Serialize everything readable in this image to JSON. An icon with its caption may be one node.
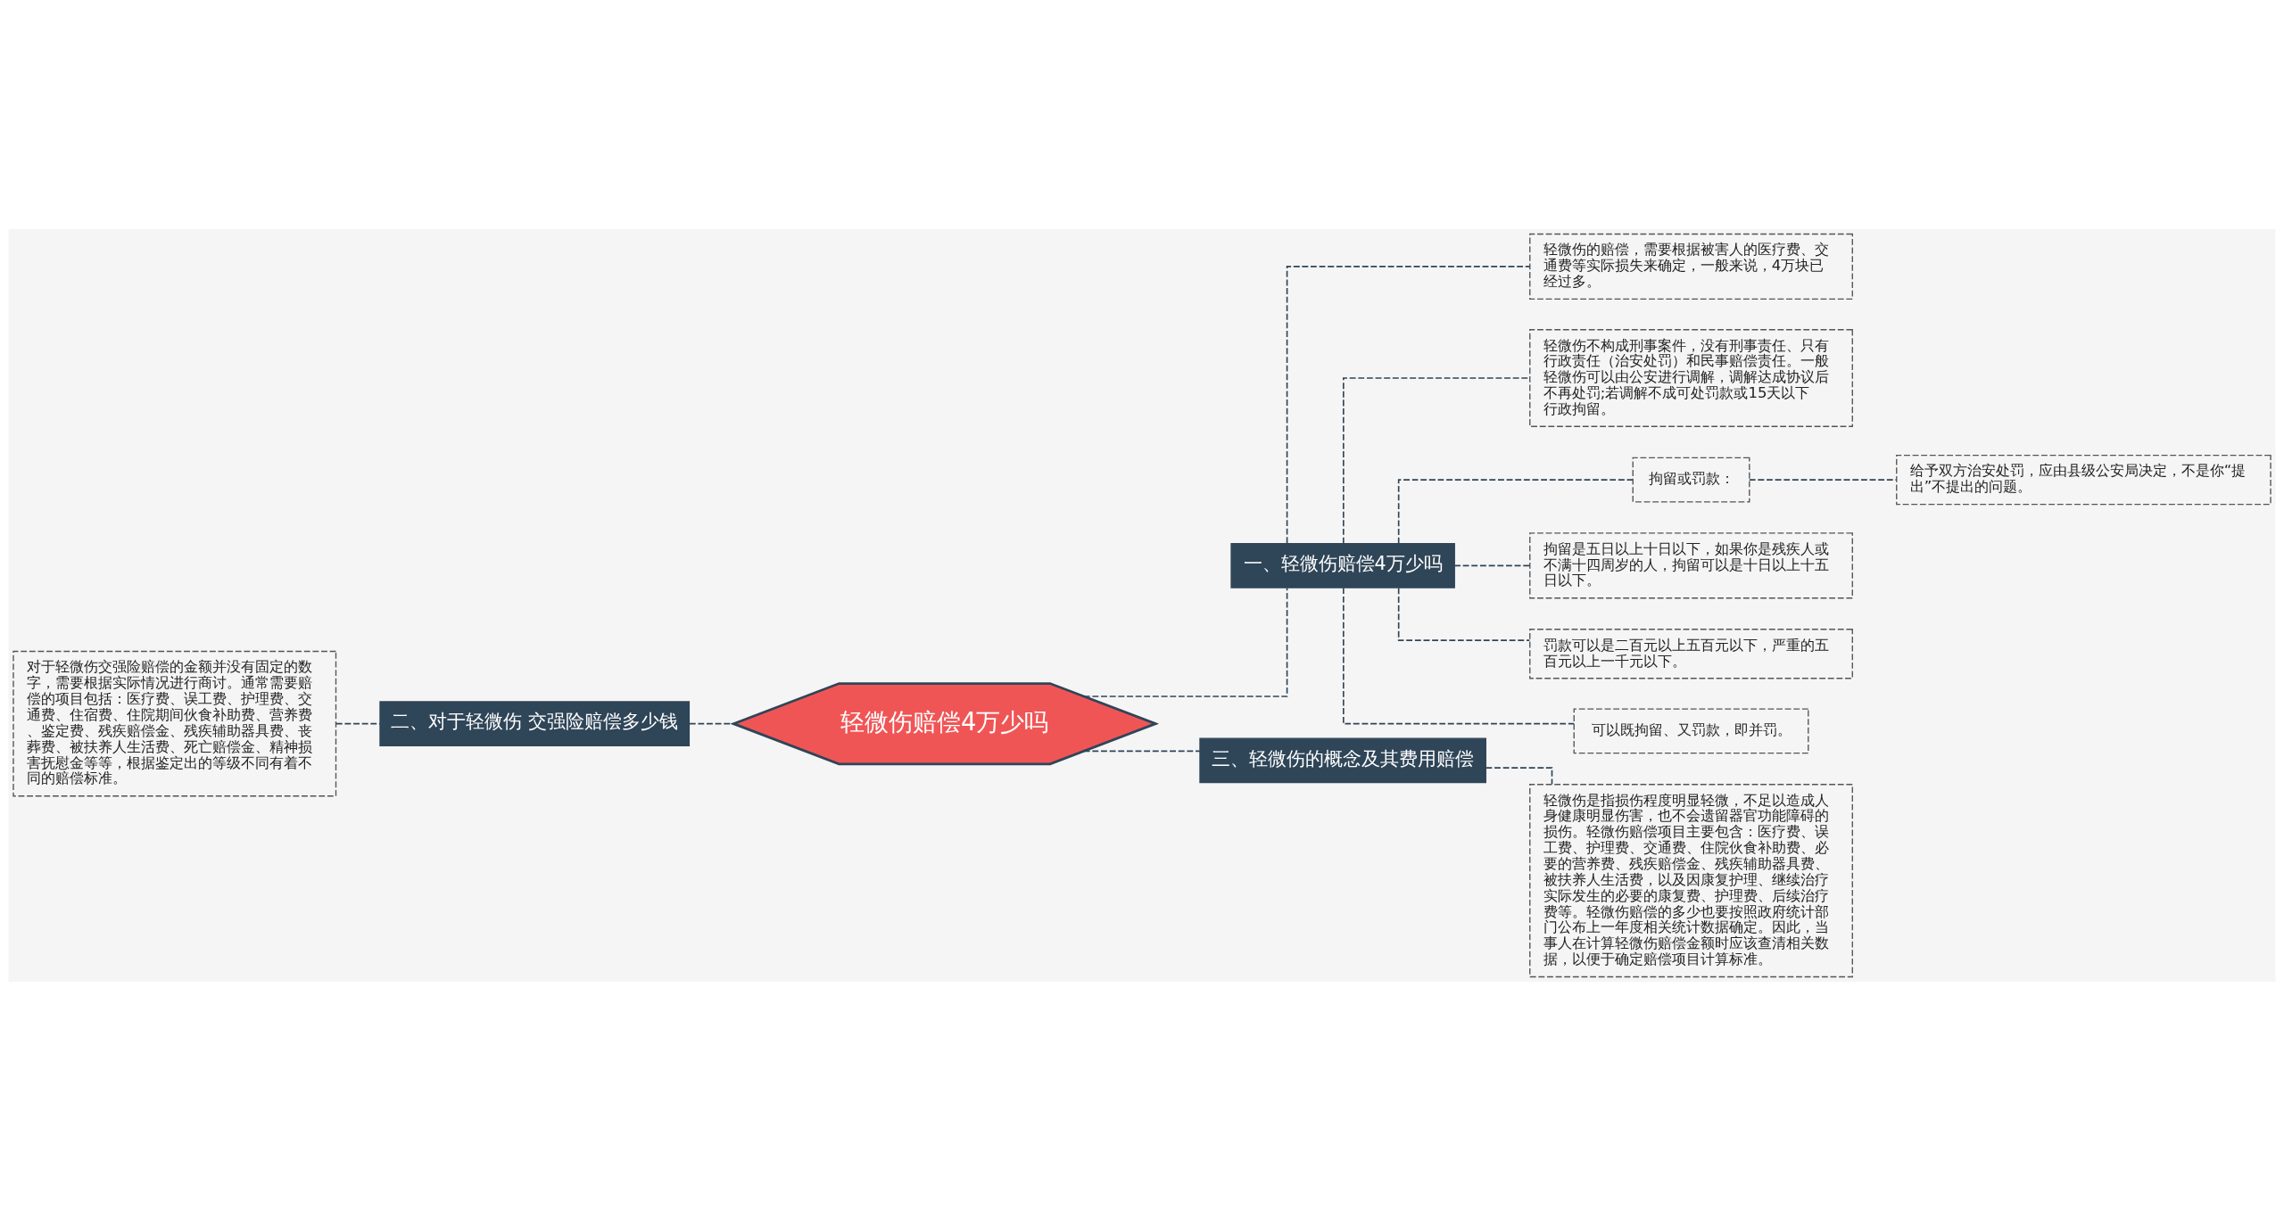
{
  "diagram": {
    "nodes": [
      {
        "text": [
          "轻微伤赔偿4万少吗"
        ]
      },
      {
        "text": [
          "一、轻微伤赔偿4万少吗"
        ]
      },
      {
        "text": [
          "轻微伤的赔偿，需要根据被害人的医疗费、交通费等实际损失来确定，一般来说，4万块已经过多。"
        ]
      },
      {
        "text": [
          "轻微伤不构成刑事案件，没有刑事责任、只有行政责任（治安处罚）和民事赔偿责任。一般轻微伤可以由公安进行调解，调解达成协议后不再处罚;若调解不成可处罚款或15天以下行政拘留。"
        ]
      },
      {
        "text": [
          "拘留或罚款："
        ]
      },
      {
        "text": [
          "给予双方治安处罚，应由县级公安局决定，不是你“提出”不提出的问题。"
        ]
      },
      {
        "text": [
          "拘留是五日以上十日以下，如果你是残疾人或不满十四周岁的人，拘留可以是十日以上十五日以下。"
        ]
      },
      {
        "text": [
          "罚款可以是二百元以上五百元以下，严重的五百元以上一千元以下。"
        ]
      },
      {
        "text": [
          "可以既拘留、又罚款，即并罚。"
        ]
      },
      {
        "text": [
          "二、对于轻微伤 交强险赔偿多少钱"
        ]
      },
      {
        "text": [
          "对于轻微伤交强险赔偿的金额并没有固定的数字，需要根据实际情况进行商讨。通常需要赔偿的项目包括：医疗费、误工费、护理费、交通费、住宿费、住院期间伙食补助费、营养费、鉴定费、残疾赔偿金、残疾辅助器具费、丧葬费、被扶养人生活费、死亡赔偿金、精神损害抚慰金等等，根据鉴定出的等级不同有着不同的赔偿标准。"
        ]
      },
      {
        "text": [
          "三、轻微伤的概念及其费用赔偿"
        ]
      },
      {
        "text": [
          "轻微伤是指损伤程度明显轻微，不足以造成人身健康明显伤害，也不会遗留器官功能障碍的损伤。轻微伤赔偿项目主要包含：医疗费、误工费、护理费、交通费、住院伙食补助费、必要的营养费、残疾赔偿金、残疾辅助器具费、被扶养人生活费，以及因康复护理、继续治疗实际发生的必要的康复费、护理费、后续治疗费等。轻微伤赔偿的多少也要按照政府统计部门公布上一年度相关统计数据确定。因此，当事人在计算轻微伤赔偿金额时应该查清相关数据，以便于确定赔偿项目计算标准。"
        ]
      }
    ],
    "edges": [
      {
        "from": 0,
        "to": 1,
        "arrow": "none",
        "style": "dashed"
      },
      {
        "from": 1,
        "to": 2,
        "arrow": "none",
        "style": "dashed"
      },
      {
        "from": 1,
        "to": 3,
        "arrow": "none",
        "style": "dashed"
      },
      {
        "from": 1,
        "to": 4,
        "arrow": "none",
        "style": "dashed"
      },
      {
        "from": 4,
        "to": 5,
        "arrow": "none",
        "style": "dashed"
      },
      {
        "from": 1,
        "to": 6,
        "arrow": "none",
        "style": "dashed"
      },
      {
        "from": 1,
        "to": 7,
        "arrow": "none",
        "style": "dashed"
      },
      {
        "from": 1,
        "to": 8,
        "arrow": "none",
        "style": "dashed"
      },
      {
        "from": 0,
        "to": 9,
        "arrow": "none",
        "style": "dashed"
      },
      {
        "from": 9,
        "to": 10,
        "arrow": "none",
        "style": "dashed"
      },
      {
        "from": 0,
        "to": 11,
        "arrow": "none",
        "style": "dashed"
      },
      {
        "from": 11,
        "to": 12,
        "arrow": "none",
        "style": "dashed"
      }
    ]
  }
}
